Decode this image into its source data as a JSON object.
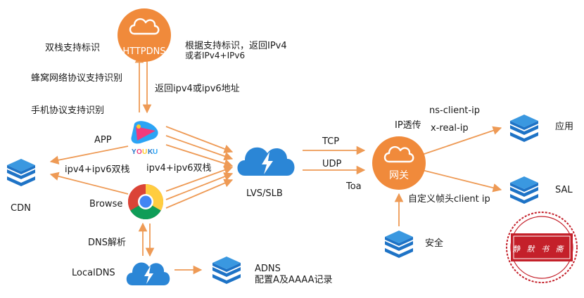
{
  "colors": {
    "orange": "#f08a3b",
    "arrow": "#ee9a55",
    "blue": "#1e73c6",
    "blue_light": "#3a98e0",
    "seal_red": "#c4202a"
  },
  "nodes": {
    "httpdns": {
      "label": "HTTPDNS",
      "icon": "cloud-icon"
    },
    "app": {
      "label": "APP",
      "logo": "YOUKU"
    },
    "browse": {
      "label": "Browse",
      "icon": "chrome-icon"
    },
    "cdn": {
      "label": "CDN",
      "icon": "layers-icon"
    },
    "lvs": {
      "label": "LVS/SLB",
      "icon": "lightning-cloud-icon"
    },
    "gateway": {
      "label": "网关",
      "icon": "cloud-icon"
    },
    "app_service": {
      "label": "应用",
      "icon": "layers-icon"
    },
    "sal": {
      "label": "SAL",
      "icon": "layers-icon"
    },
    "security": {
      "label": "安全",
      "icon": "layers-icon"
    },
    "localdns": {
      "label": "LocalDNS",
      "icon": "lightning-cloud-icon"
    },
    "adns": {
      "label_line1": "ADNS",
      "label_line2": "配置A及AAAA记录",
      "icon": "layers-icon"
    }
  },
  "annotations": {
    "dual_stack_flag": "双栈支持标识",
    "return_by_flag_line1": "根据支持标识，返回IPv4",
    "return_by_flag_line2": "或者IPv4+IPv6",
    "cellular_protocol": "蜂窝网络协议支持识别",
    "return_ip_address": "返回ipv4或ipv6地址",
    "phone_protocol": "手机协议支持识别",
    "dual_stack_cdn": "ipv4+ipv6双栈",
    "dual_stack_lvs": "ipv4+ipv6双栈",
    "dns_resolve": "DNS解析",
    "tcp": "TCP",
    "udp": "UDP",
    "toa": "Toa",
    "ip_passthrough": "IP透传",
    "ns_client_ip": "ns-client-ip",
    "x_real_ip": "x-real-ip",
    "custom_header": "自定义帧头client ip"
  },
  "watermark": {
    "text": "静 默 书 斋"
  }
}
